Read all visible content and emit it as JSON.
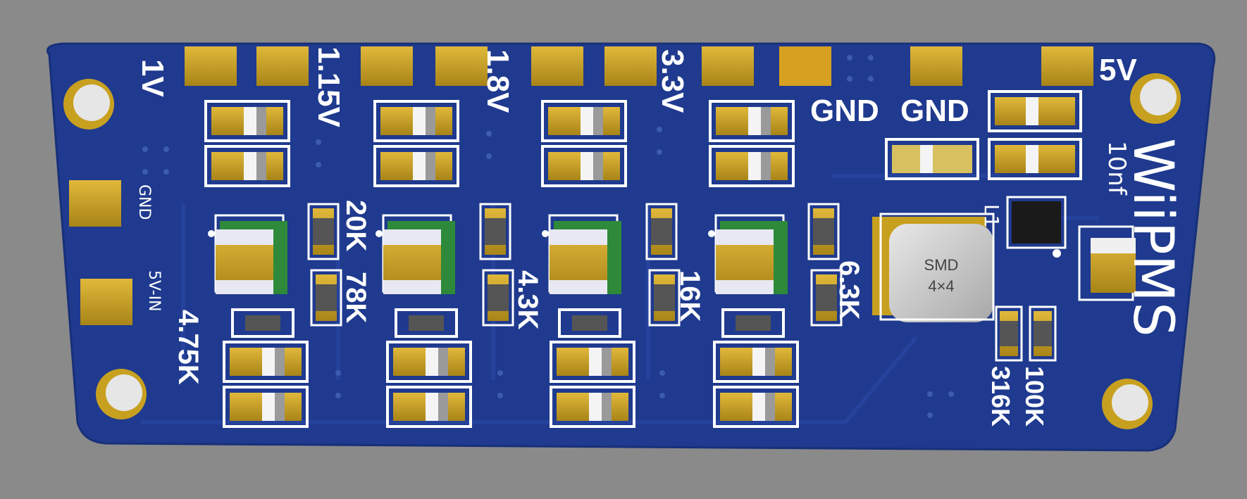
{
  "board": {
    "title": "WiiPMS",
    "inductor_label_line1": "SMD",
    "inductor_label_line2": "4×4",
    "inductor_ref": "L1"
  },
  "rails": [
    {
      "label": "1V"
    },
    {
      "label": "1.15V"
    },
    {
      "label": "1.8V"
    },
    {
      "label": "3.3V"
    },
    {
      "label": "GND"
    },
    {
      "label": "GND"
    },
    {
      "label": "5V"
    }
  ],
  "side_labels": {
    "gnd": "GND",
    "vin": "5V-IN"
  },
  "resistor_labels": [
    {
      "text": "4.75K"
    },
    {
      "text": "20K"
    },
    {
      "text": "78K"
    },
    {
      "text": "4.3K"
    },
    {
      "text": "16K"
    },
    {
      "text": "6.3K"
    },
    {
      "text": "316K"
    },
    {
      "text": "100K"
    }
  ],
  "cap_label": "10nf",
  "colors": {
    "background": "#8a8a8a",
    "pcb": "#1f3a8e",
    "pad_gold": "#c8a020",
    "silkscreen": "#ffffff",
    "regulator_green": "#2e8a3a"
  }
}
